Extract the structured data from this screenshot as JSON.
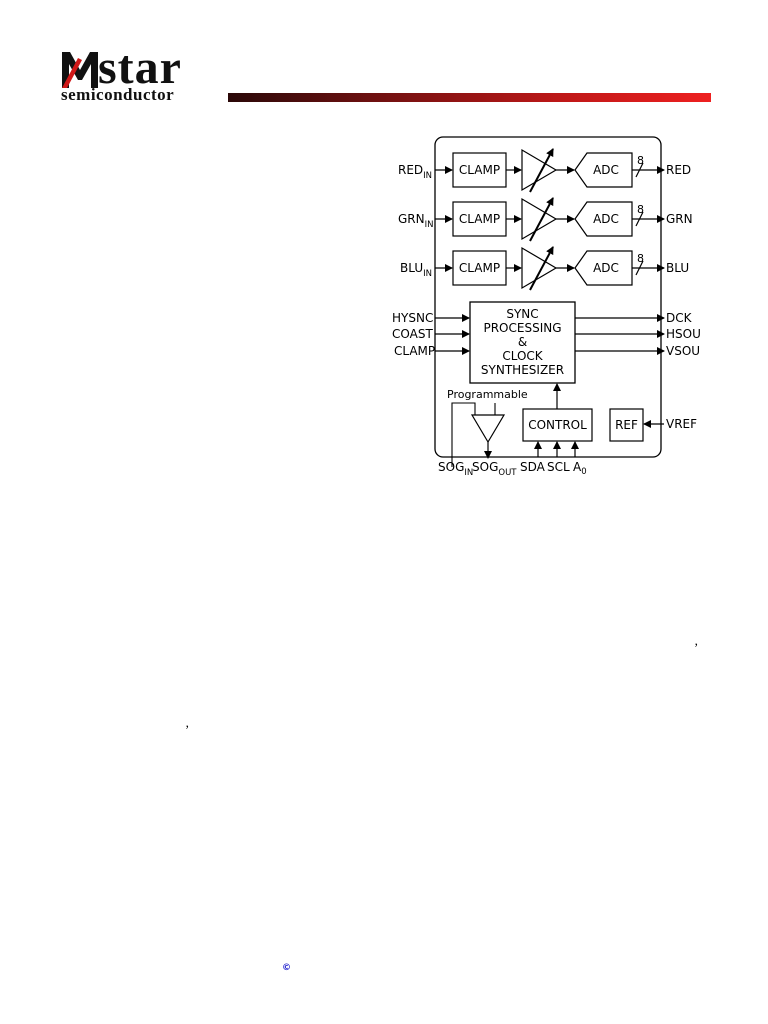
{
  "header": {
    "logo_main": "star",
    "logo_sub": "semiconductor",
    "logo_icon": "mstar-m-logo",
    "bar_color_start": "#2a0808",
    "bar_color_end": "#ee2020"
  },
  "diagram": {
    "channels": [
      {
        "input": "RED",
        "input_sub": "IN",
        "clamp": "CLAMP",
        "adc": "ADC",
        "bits": "8",
        "output": "RED"
      },
      {
        "input": "GRN",
        "input_sub": "IN",
        "clamp": "CLAMP",
        "adc": "ADC",
        "bits": "8",
        "output": "GRN"
      },
      {
        "input": "BLU",
        "input_sub": "IN",
        "clamp": "CLAMP",
        "adc": "ADC",
        "bits": "8",
        "output": "BLU"
      }
    ],
    "sync_inputs": [
      "HYSNC",
      "COAST",
      "CLAMP"
    ],
    "sync_block": [
      "SYNC",
      "PROCESSING",
      "&",
      "CLOCK",
      "SYNTHESIZER"
    ],
    "sync_outputs": [
      "DCK",
      "HSOUT",
      "VSOUT"
    ],
    "programmable_label": "Programmable",
    "control_label": "CONTROL",
    "ref_label": "REF",
    "vref_label": "VREF",
    "sog_in": "SOG",
    "sog_in_sub": "IN",
    "sog_out": "SOG",
    "sog_out_sub": "OUT",
    "sda": "SDA",
    "scl": "SCL",
    "a0": "A",
    "a0_sub": "0"
  },
  "stray_marks": {
    "comma_1": "’",
    "comma_2": "’"
  },
  "footer": {
    "copyright_symbol": "©",
    "copyright_color": "#1a1acc"
  }
}
